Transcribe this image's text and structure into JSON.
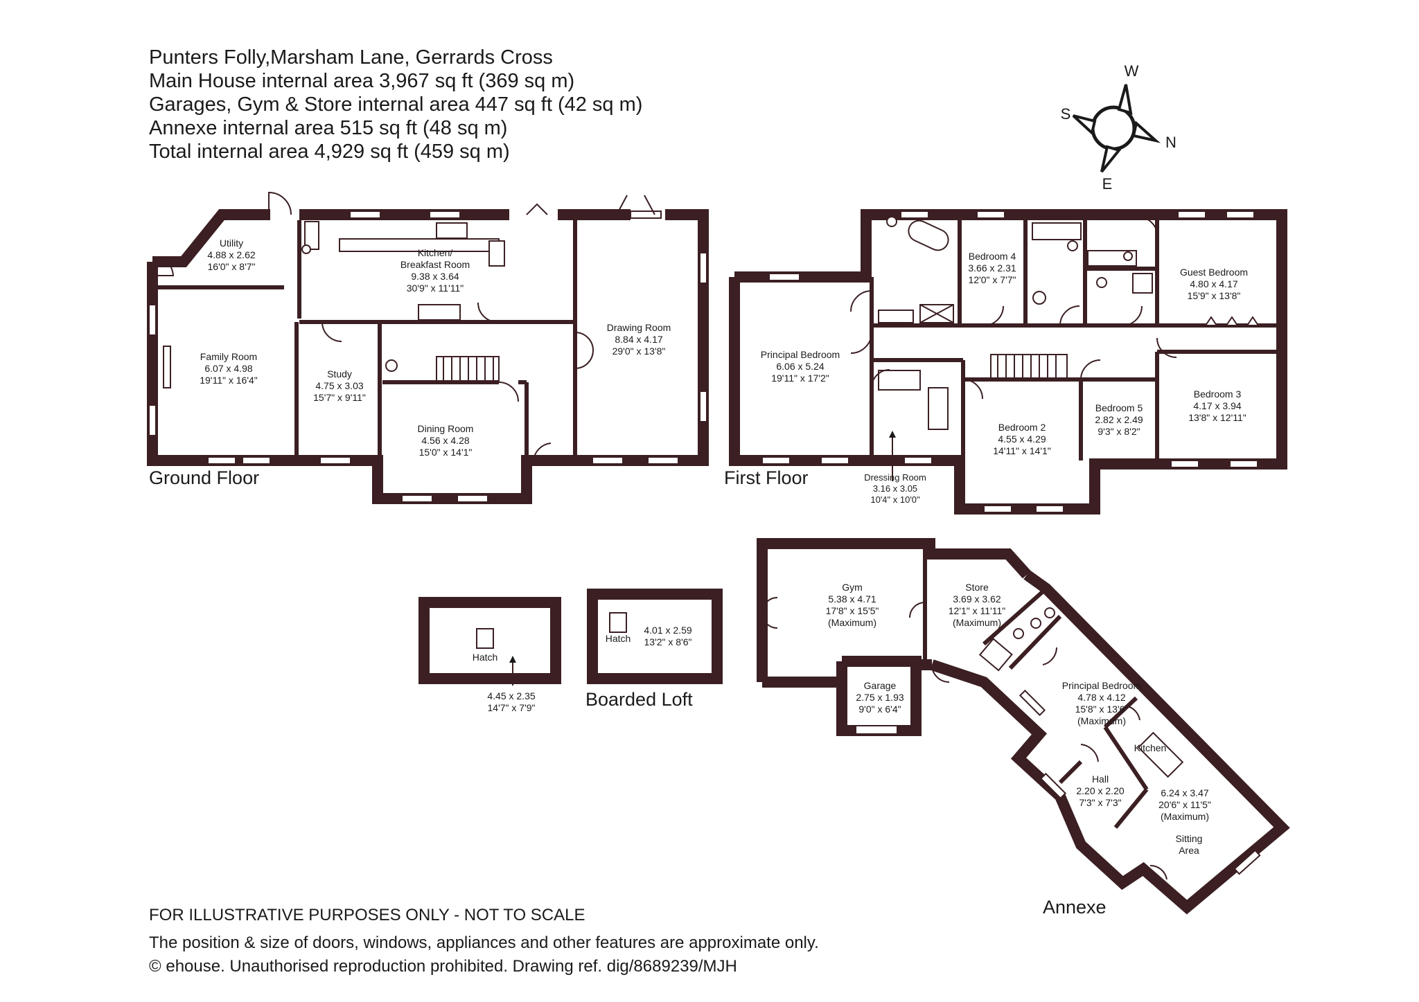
{
  "header": {
    "address": "Punters Folly,Marsham Lane, Gerrards Cross",
    "main_area": "Main House internal area 3,967 sq ft (369 sq m)",
    "garage_area": "Garages, Gym & Store internal area 447 sq ft (42 sq m)",
    "annexe_area": "Annexe internal area 515 sq ft (48 sq m)",
    "total_area": "Total internal area 4,929 sq ft (459 sq m)"
  },
  "compass": {
    "w": "W",
    "s": "S",
    "n": "N",
    "e": "E"
  },
  "floors": {
    "ground": "Ground Floor",
    "first": "First Floor",
    "loft": "Boarded Loft",
    "annexe": "Annexe"
  },
  "rooms": {
    "utility": [
      "Utility",
      "4.88 x 2.62",
      "16'0\" x 8'7\""
    ],
    "kitchen": [
      "Kitchen/",
      "Breakfast Room",
      "9.38 x 3.64",
      "30'9\" x 11'11\""
    ],
    "drawing": [
      "Drawing Room",
      "8.84 x 4.17",
      "29'0\" x 13'8\""
    ],
    "family": [
      "Family Room",
      "6.07 x 4.98",
      "19'11\" x 16'4\""
    ],
    "study": [
      "Study",
      "4.75 x 3.03",
      "15'7\" x 9'11\""
    ],
    "dining": [
      "Dining Room",
      "4.56 x 4.28",
      "15'0\" x 14'1\""
    ],
    "principal": [
      "Principal Bedroom",
      "6.06 x 5.24",
      "19'11\" x 17'2\""
    ],
    "bed4": [
      "Bedroom 4",
      "3.66 x 2.31",
      "12'0\" x 7'7\""
    ],
    "guest": [
      "Guest Bedroom",
      "4.80 x 4.17",
      "15'9\" x 13'8\""
    ],
    "bed2": [
      "Bedroom 2",
      "4.55 x 4.29",
      "14'11\" x 14'1\""
    ],
    "bed5": [
      "Bedroom 5",
      "2.82 x 2.49",
      "9'3\" x 8'2\""
    ],
    "bed3": [
      "Bedroom 3",
      "4.17 x 3.94",
      "13'8\" x 12'11\""
    ],
    "dressing": [
      "Dressing Room",
      "3.16 x 3.05",
      "10'4\" x 10'0\""
    ],
    "gym": [
      "Gym",
      "5.38 x 4.71",
      "17'8\" x 15'5\"",
      "(Maximum)"
    ],
    "store": [
      "Store",
      "3.69 x 3.62",
      "12'1\" x 11'11\"",
      "(Maximum)"
    ],
    "garage": [
      "Garage",
      "2.75 x 1.93",
      "9'0\" x 6'4\""
    ],
    "loft1": [
      "Hatch",
      "4.45 x 2.35",
      "14'7\" x 7'9\""
    ],
    "loft2": [
      "Hatch",
      "4.01 x 2.59",
      "13'2\" x 8'6\""
    ],
    "annexe_bed": [
      "Principal Bedroom",
      "4.78 x 4.12",
      "15'8\" x 13'6\"",
      "(Maximum)"
    ],
    "annexe_kitchen": [
      "Kitchen"
    ],
    "annexe_hall": [
      "Hall",
      "2.20 x 2.20",
      "7'3\" x 7'3\""
    ],
    "annexe_sitting": [
      "6.24 x 3.47",
      "20'6\" x 11'5\"",
      "(Maximum)",
      "Sitting",
      "Area"
    ]
  },
  "footer": {
    "disclaimer": "FOR ILLUSTRATIVE PURPOSES ONLY - NOT TO SCALE",
    "position_note": "The position & size of doors, windows, appliances and other features are approximate only.",
    "copyright": "© ehouse. Unauthorised reproduction prohibited. Drawing ref. dig/8689239/MJH"
  },
  "colors": {
    "wall": "#3b1f22",
    "text": "#1a1a1a",
    "background": "#ffffff"
  }
}
